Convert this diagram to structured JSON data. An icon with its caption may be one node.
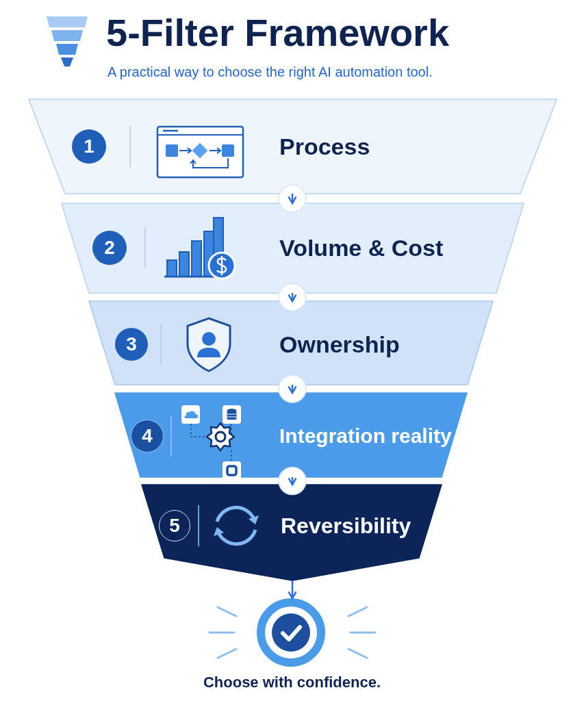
{
  "diagram": {
    "title": "5-Filter Framework",
    "nodes": [
      {
        "text": [
          "Process"
        ]
      },
      {
        "text": [
          "1"
        ],
        "in": 0
      },
      {
        "text": [
          "Volume & Cost"
        ]
      },
      {
        "text": [
          "2"
        ],
        "in": 2
      },
      {
        "text": [
          "Ownership"
        ]
      },
      {
        "text": [
          "3"
        ],
        "in": 4
      },
      {
        "text": [
          "Integration reality"
        ]
      },
      {
        "text": [
          "4"
        ],
        "in": 6
      },
      {
        "text": [
          "Reversibility"
        ]
      },
      {
        "text": [
          "5"
        ],
        "in": 8
      },
      {
        "text": [],
        "shape": "circle",
        "beside": [
          "Choose with confidence."
        ]
      }
    ],
    "edges": [
      {
        "from": 0,
        "to": 2,
        "arrow": "to"
      },
      {
        "from": 2,
        "to": 4,
        "arrow": "to"
      },
      {
        "from": 4,
        "to": 6,
        "arrow": "to"
      },
      {
        "from": 6,
        "to": 8,
        "arrow": "to"
      },
      {
        "from": 8,
        "to": 10,
        "arrow": "to"
      }
    ],
    "labels": [
      "A practical way to choose the right AI automation tool."
    ]
  }
}
